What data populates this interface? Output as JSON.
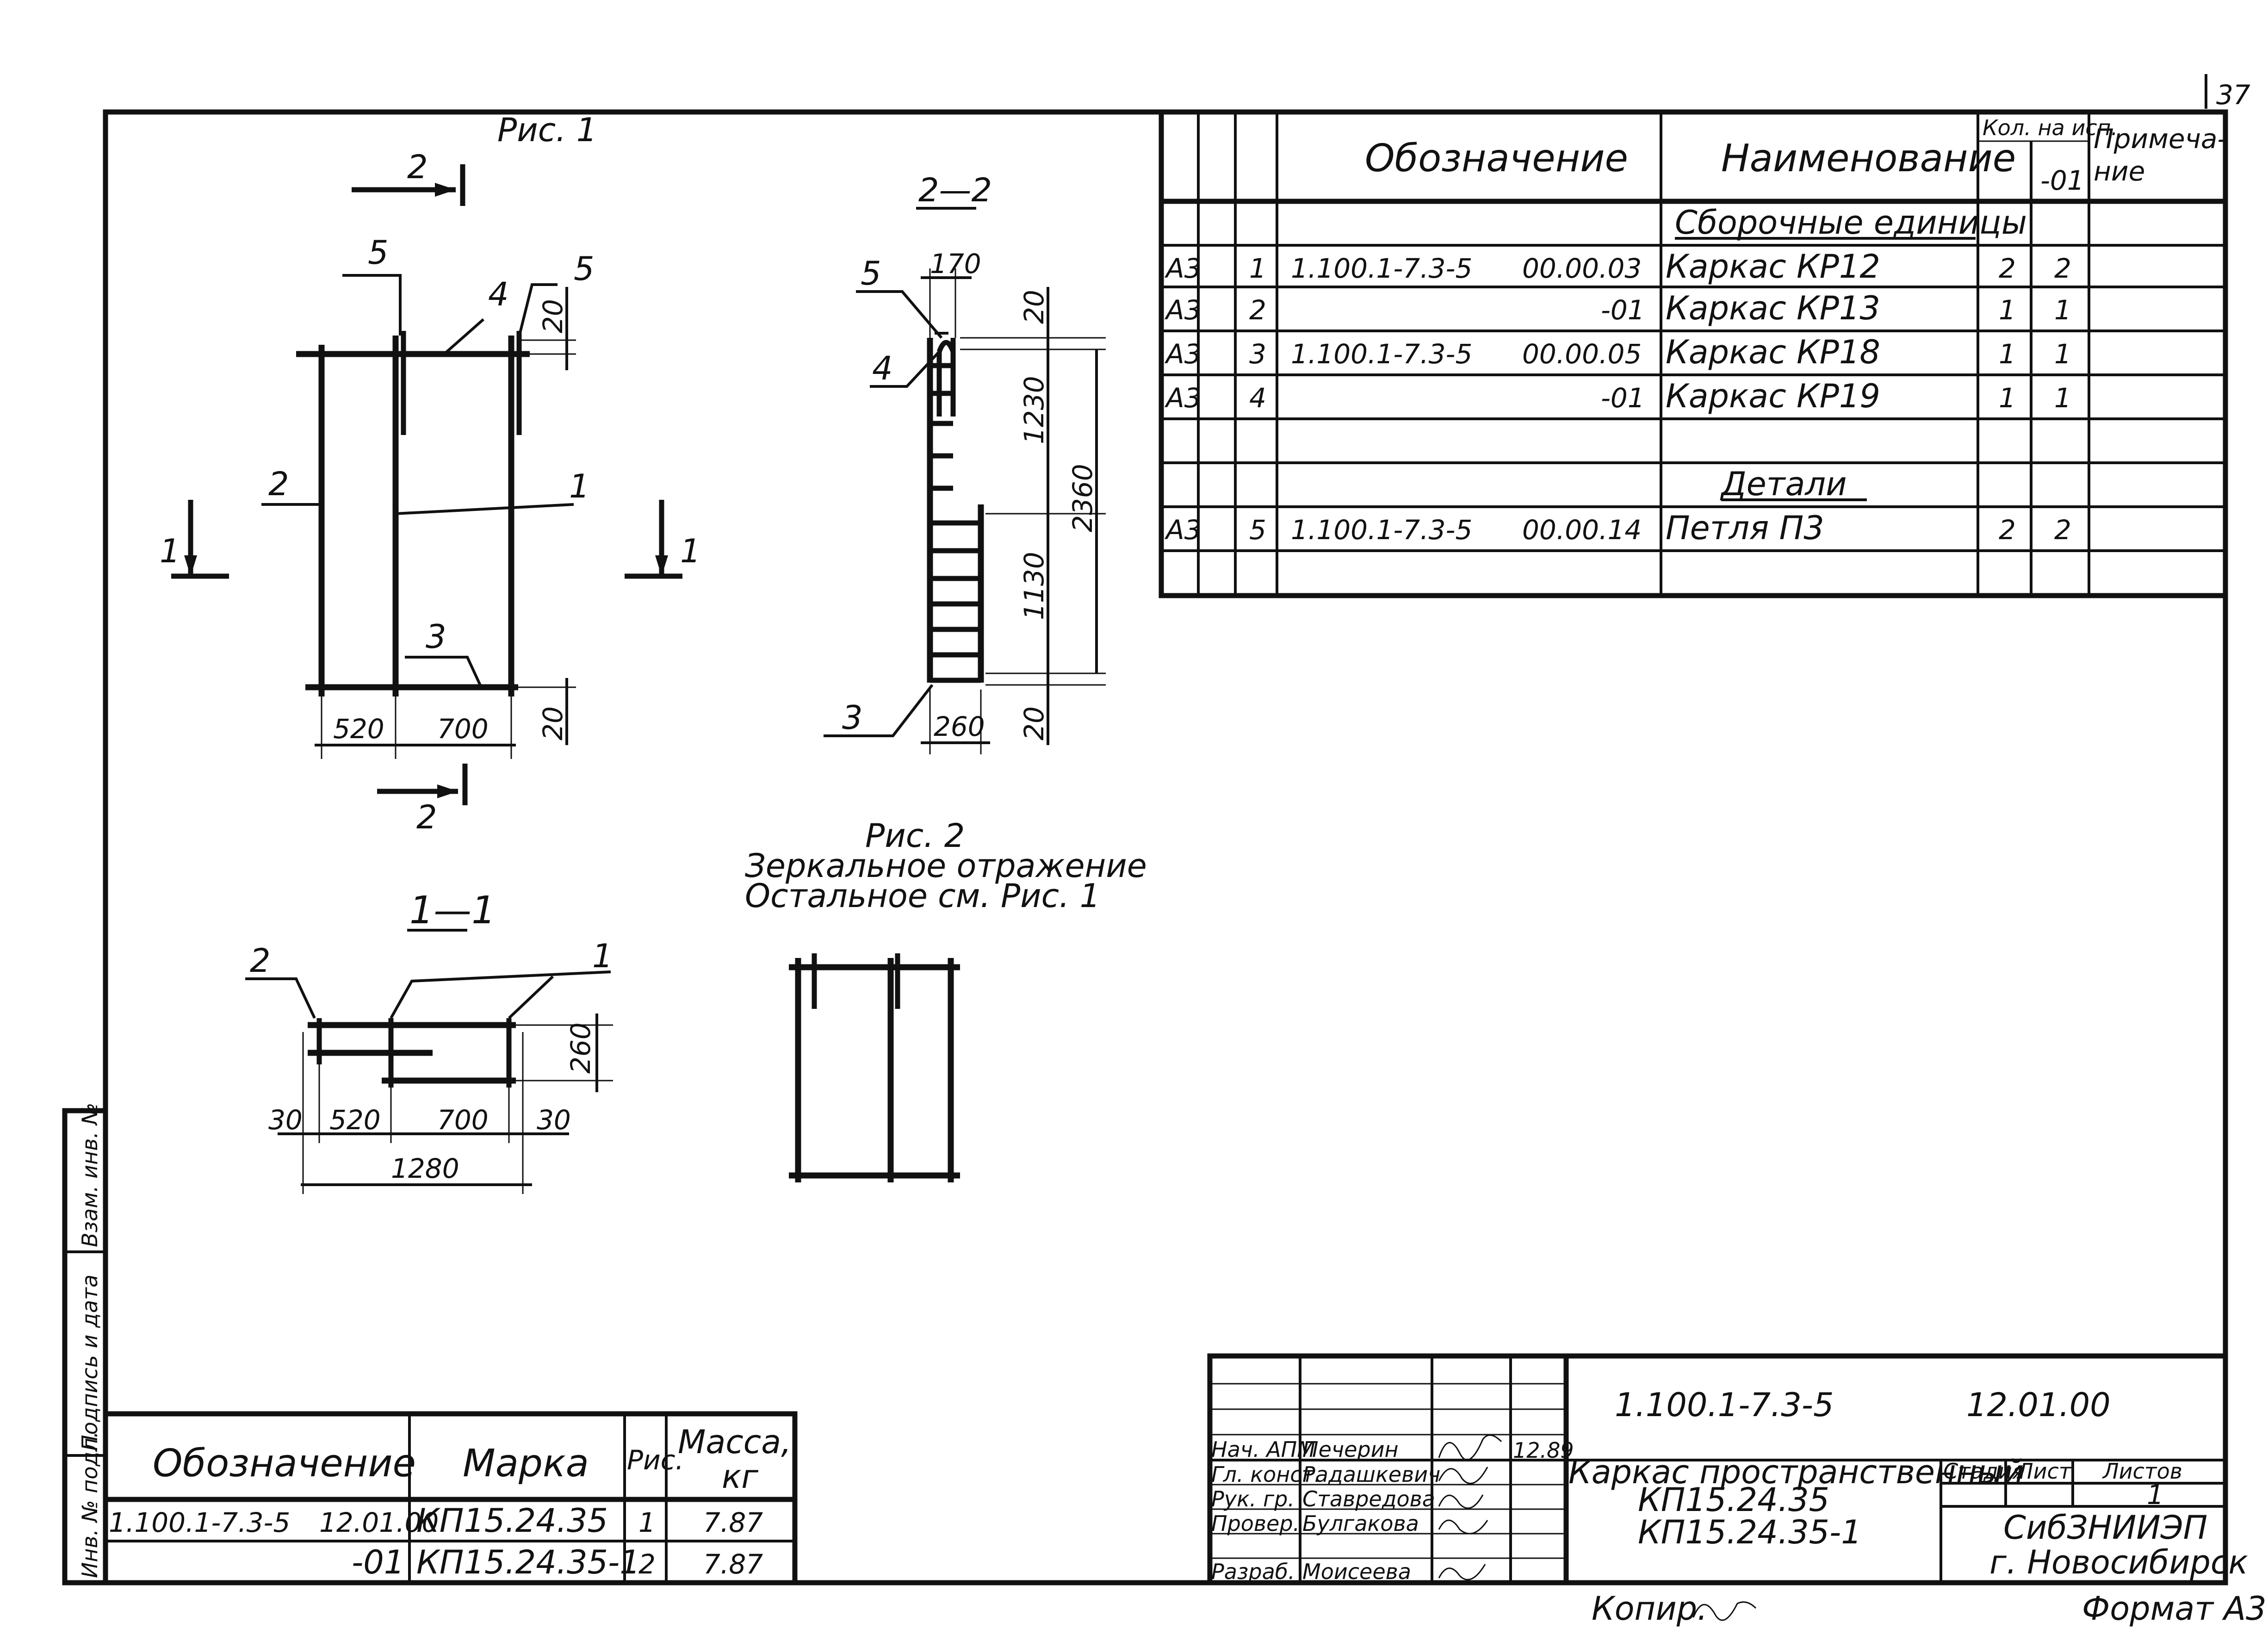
{
  "page_number": "37",
  "figure1": {
    "title": "Рис. 1",
    "section_a_label": "2",
    "section_b_label": "1",
    "dim_left": "520",
    "dim_right": "700",
    "dim_top": "20",
    "dim_bottom": "20",
    "callouts": [
      "5",
      "4",
      "5",
      "2",
      "1",
      "3"
    ]
  },
  "section22": {
    "title": "2—2",
    "dims": [
      "170",
      "20",
      "1230",
      "2360",
      "1130",
      "260",
      "20"
    ],
    "callouts": [
      "5",
      "4",
      "3"
    ]
  },
  "section11": {
    "title": "1—1",
    "dims": [
      "30",
      "520",
      "700",
      "30",
      "1280",
      "260"
    ],
    "callouts": [
      "2",
      "1"
    ]
  },
  "figure2": {
    "title": "Рис. 2",
    "line1": "Зеркальное отражение",
    "line2": "Остальное см. Рис. 1"
  },
  "spec": {
    "headers": {
      "designation": "Обозначение",
      "name": "Наименование",
      "qty": "Кол. на исп.",
      "qty_variant": "-01",
      "note": "Примеча-\nние"
    },
    "section_assemblies": "Сборочные единицы",
    "section_details": "Детали",
    "rows": [
      {
        "format": "А3",
        "pos": "1",
        "doc": "1.100.1-7.3-5",
        "code": "00.00.03",
        "name": "Каркас КР12",
        "qty": "2",
        "qty01": "2"
      },
      {
        "format": "А3",
        "pos": "2",
        "doc": "",
        "code": "-01",
        "name": "Каркас КР13",
        "qty": "1",
        "qty01": "1"
      },
      {
        "format": "А3",
        "pos": "3",
        "doc": "1.100.1-7.3-5",
        "code": "00.00.05",
        "name": "Каркас КР18",
        "qty": "1",
        "qty01": "1"
      },
      {
        "format": "А3",
        "pos": "4",
        "doc": "",
        "code": "-01",
        "name": "Каркас КР19",
        "qty": "1",
        "qty01": "1"
      }
    ],
    "detail_rows": [
      {
        "format": "А3",
        "pos": "5",
        "doc": "1.100.1-7.3-5",
        "code": "00.00.14",
        "name": "Петля П3",
        "qty": "2",
        "qty01": "2"
      }
    ]
  },
  "mass_table": {
    "headers": {
      "designation": "Обозначение",
      "mark": "Марка",
      "fig": "Рис.",
      "mass": "Масса,",
      "mass_unit": "кг"
    },
    "rows": [
      {
        "doc": "1.100.1-7.3-5",
        "code": "12.01.00",
        "mark": "КП15.24.35",
        "fig": "1",
        "mass": "7.87"
      },
      {
        "doc": "",
        "code": "-01",
        "mark": "КП15.24.35-1",
        "fig": "2",
        "mass": "7.87"
      }
    ]
  },
  "side_stamp": {
    "inv_orig": "Инв. № подл.",
    "sign_date": "Подпись и дата",
    "inv_repl": "Взам. инв. №"
  },
  "title_block": {
    "doc_number": "1.100.1-7.3-5",
    "doc_code": "12.01.00",
    "title_line1": "Каркас пространственный",
    "title_line2": "КП15.24.35",
    "title_line3": "КП15.24.35-1",
    "stage_label": "Стадия",
    "sheet_label": "Лист",
    "sheets_label": "Листов",
    "sheets_value": "1",
    "org_line1": "СибЗНИИЭП",
    "org_line2": "г. Новосибирск",
    "date": "12.89",
    "roles": [
      {
        "role": "Нач. АПМ",
        "name": "Печерин"
      },
      {
        "role": "Гл. конст.",
        "name": "Радашкевич"
      },
      {
        "role": "Рук. гр.",
        "name": "Ставредова"
      },
      {
        "role": "Провер.",
        "name": "Булгакова"
      },
      {
        "role": "Разраб.",
        "name": "Моисеева"
      }
    ]
  },
  "footer": {
    "copied": "Копир.",
    "format": "Формат А3"
  }
}
